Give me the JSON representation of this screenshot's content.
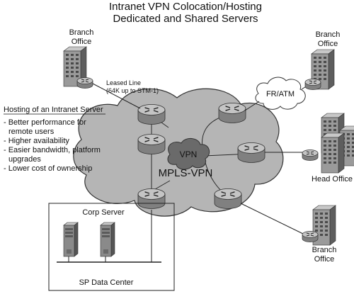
{
  "title": {
    "line1": "Intranet VPN Colocation/Hosting",
    "line2": "Dedicated and Shared Servers"
  },
  "sites": {
    "branch_top_left": {
      "line1": "Branch",
      "line2": "Office"
    },
    "branch_top_right": {
      "line1": "Branch",
      "line2": "Office"
    },
    "branch_bottom_right": {
      "line1": "Branch",
      "line2": "Office"
    },
    "head_office": "Head Office",
    "corp_server": "Corp Server",
    "sp_data_center": "SP Data Center"
  },
  "links": {
    "leased_line": {
      "line1": "Leased Line",
      "line2": "(64K up to STM-1)"
    },
    "fr_atm": "FR/ATM"
  },
  "cloud": {
    "core": "MPLS-VPN",
    "vpn": "VPN"
  },
  "hosting": {
    "heading": "Hosting of an Intranet Server",
    "bullets": [
      [
        "- Better performance for",
        "remote users"
      ],
      [
        "- Higher availability"
      ],
      [
        "- Easier bandwidth, platform",
        "upgrades"
      ],
      [
        "- Lower cost of ownership"
      ]
    ]
  },
  "colors": {
    "cloud": "#b4b4b4",
    "router_top": "#bfbfbf",
    "router_side": "#7a7a7a",
    "building": "#8c8c8c",
    "lines": "#222222"
  }
}
